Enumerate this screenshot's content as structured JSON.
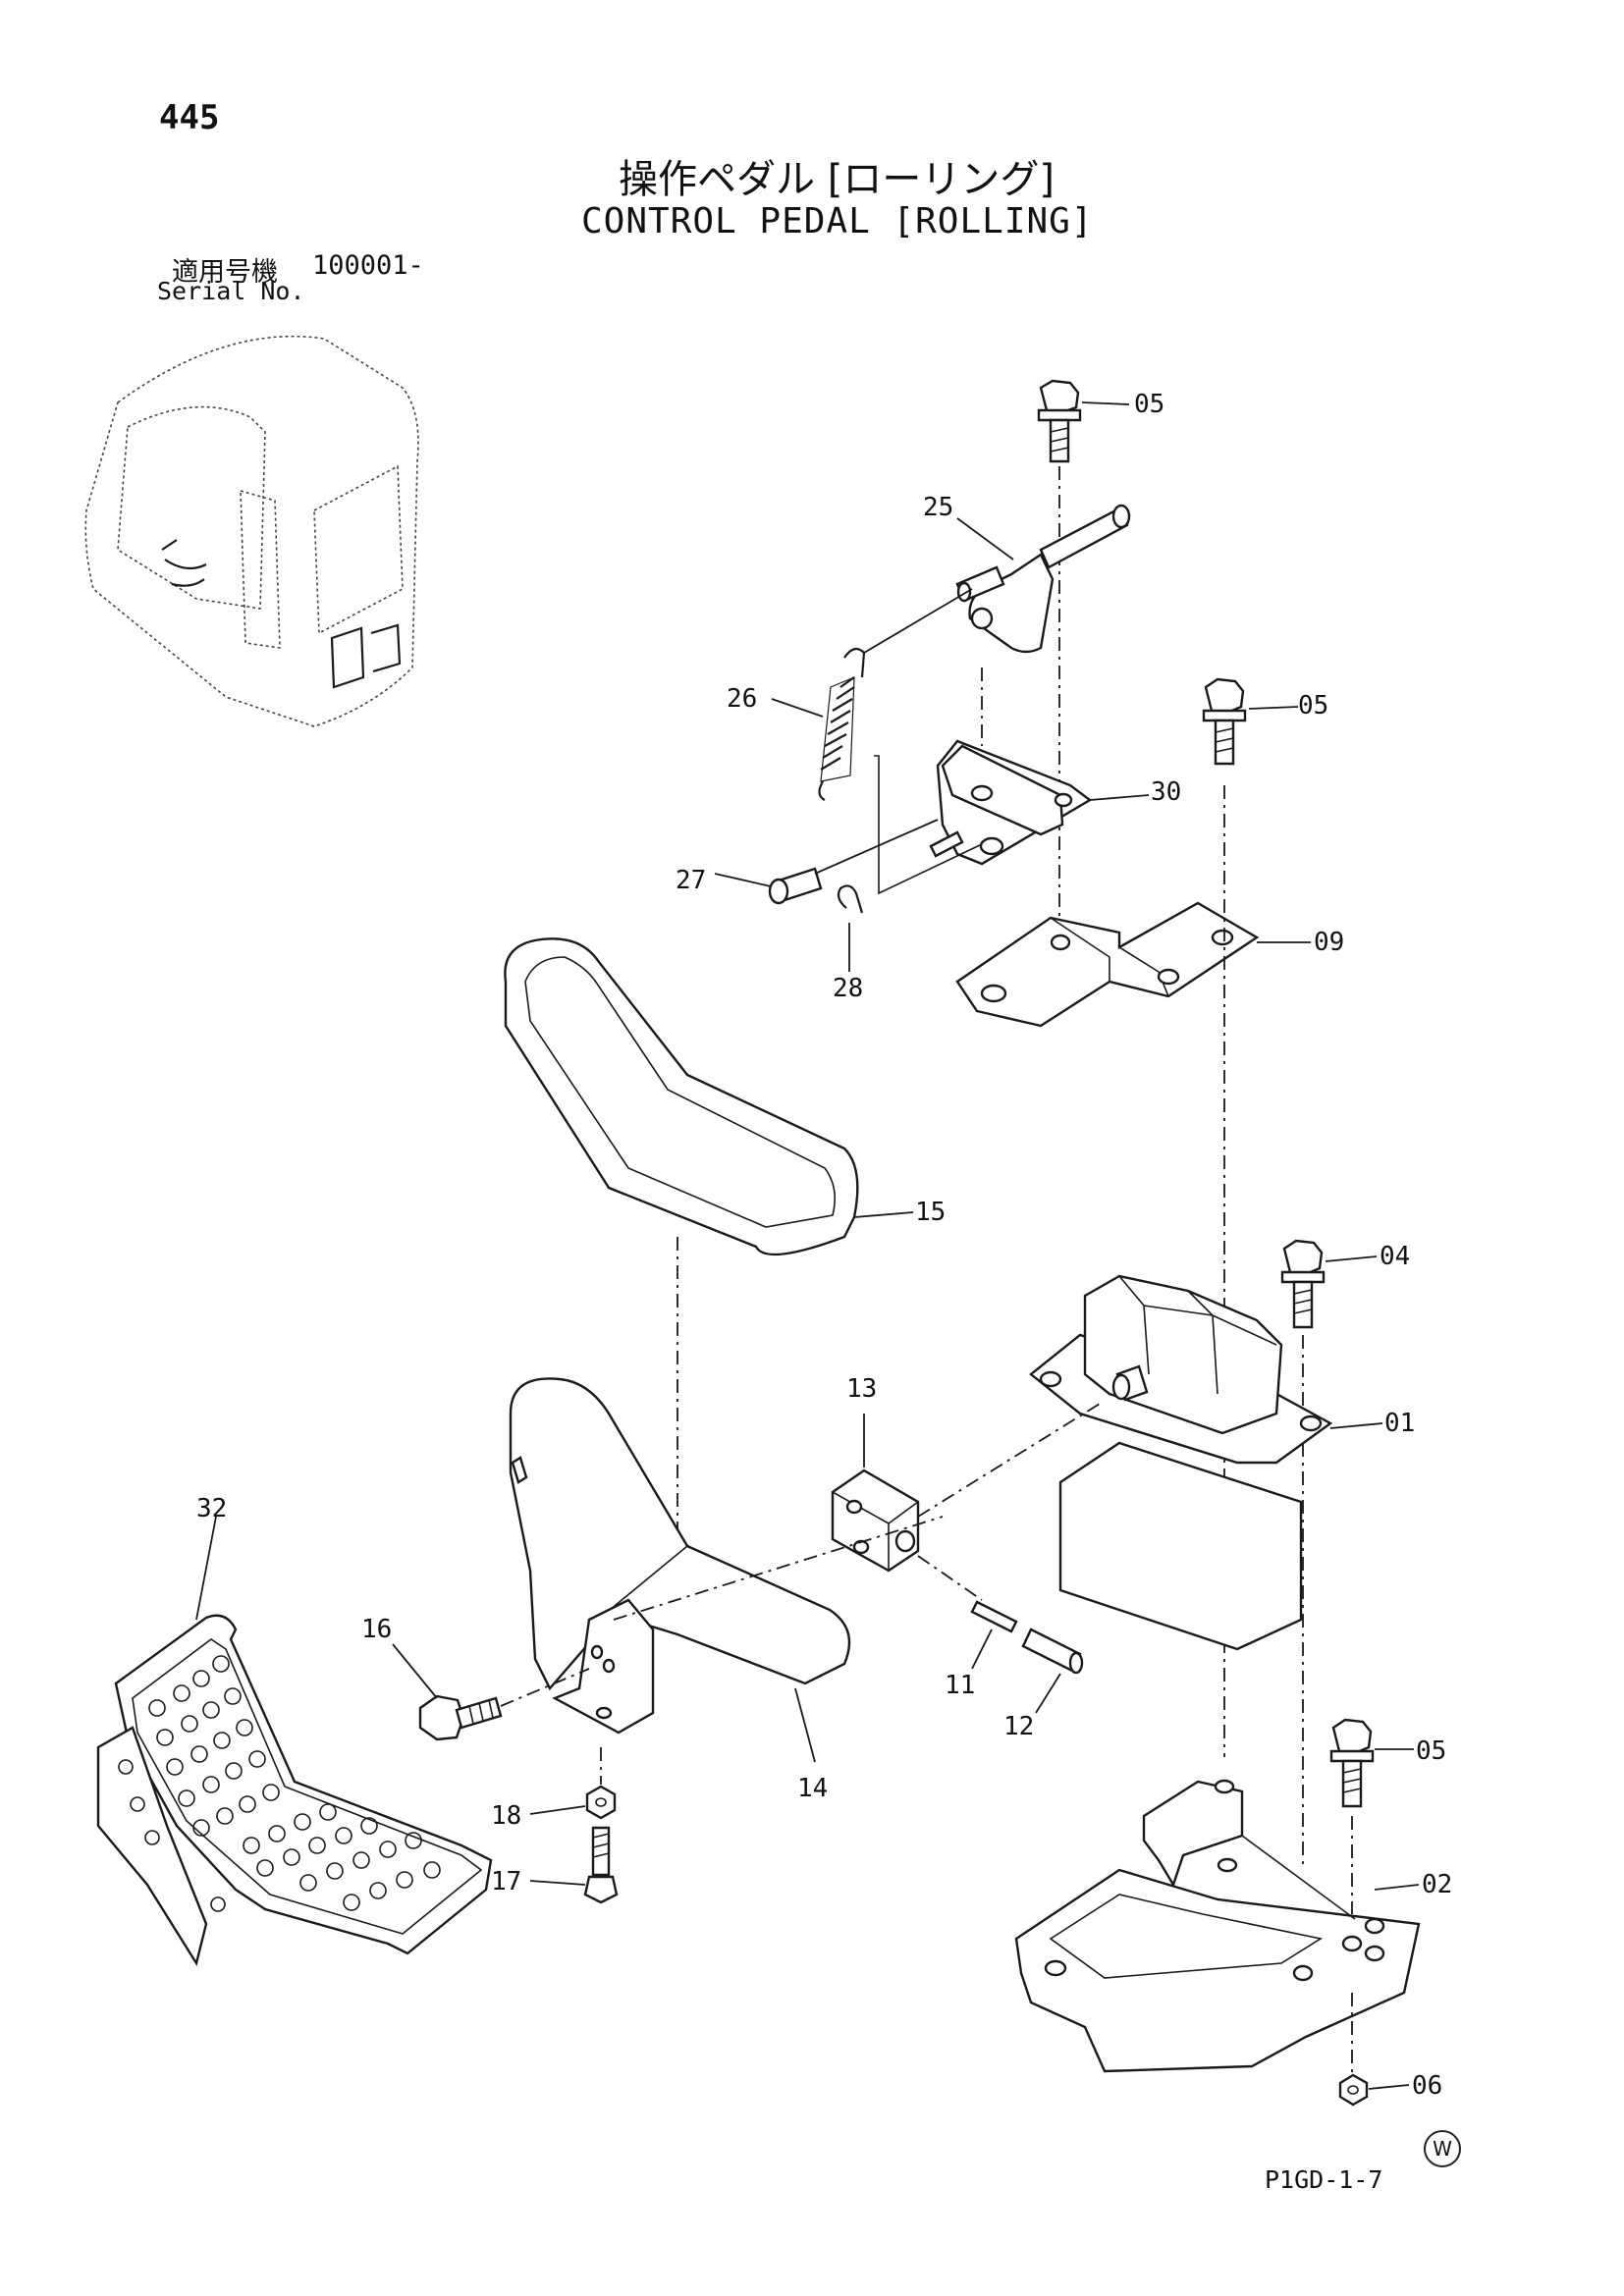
{
  "page_number": "445",
  "title_ja": "操作ペダル [ローリング]",
  "title_en": "CONTROL PEDAL [ROLLING]",
  "serial_label_ja": "適用号機",
  "serial_range": "100001-",
  "serial_label_en": "Serial No.",
  "footer_code": "P1GD-1-7",
  "watermark_symbol": "W",
  "callouts": {
    "c05a": "05",
    "c25": "25",
    "c26": "26",
    "c05b": "05",
    "c30": "30",
    "c27": "27",
    "c28": "28",
    "c09": "09",
    "c15": "15",
    "c04": "04",
    "c13": "13",
    "c01": "01",
    "c32": "32",
    "c16": "16",
    "c11": "11",
    "c12": "12",
    "c14": "14",
    "c05c": "05",
    "c18": "18",
    "c02": "02",
    "c17": "17",
    "c06": "06"
  }
}
